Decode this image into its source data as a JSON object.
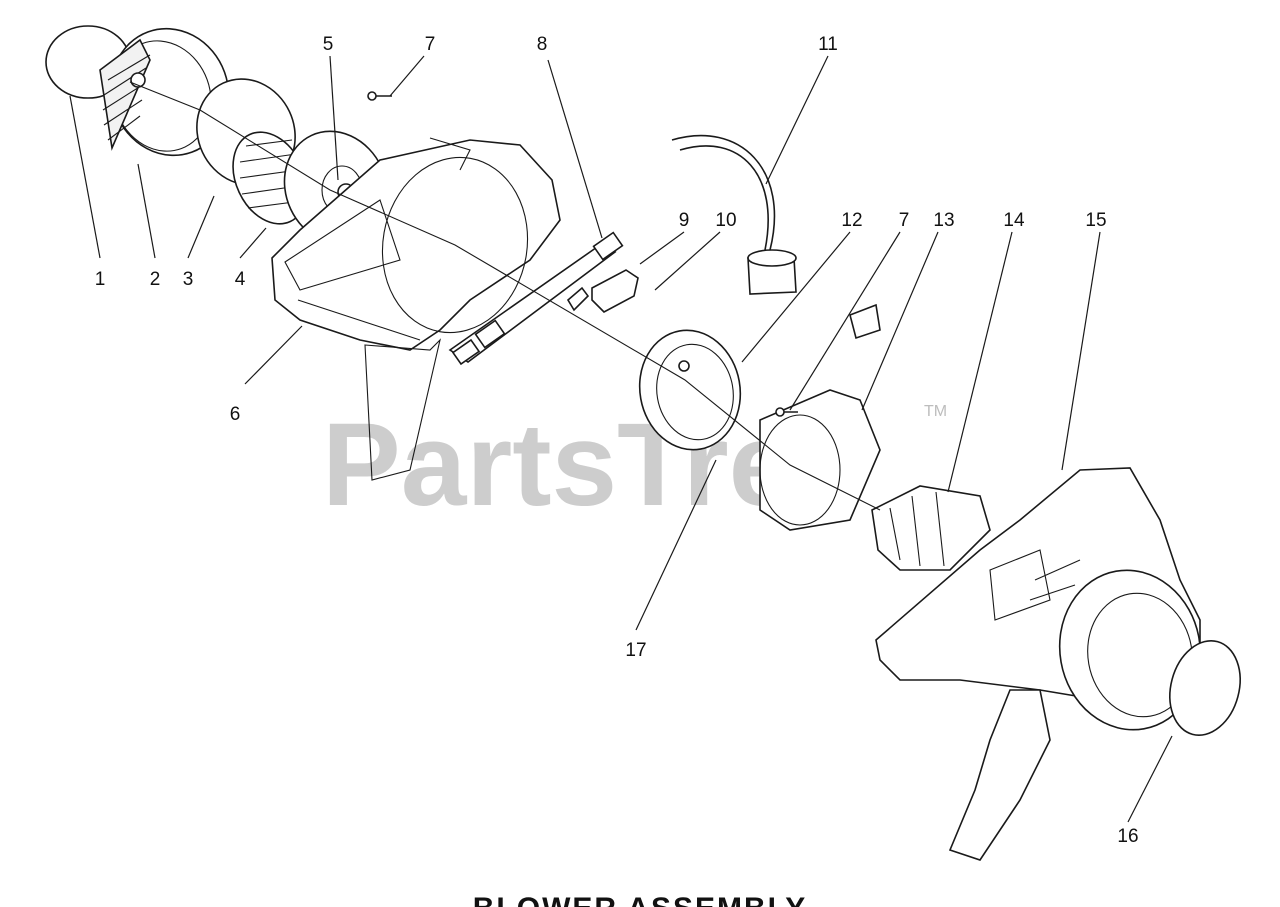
{
  "watermark": {
    "brand": "PartsTree",
    "trademark": "TM"
  },
  "callouts": [
    {
      "id": "c1",
      "label": "1"
    },
    {
      "id": "c2",
      "label": "2"
    },
    {
      "id": "c3",
      "label": "3"
    },
    {
      "id": "c4",
      "label": "4"
    },
    {
      "id": "c5",
      "label": "5"
    },
    {
      "id": "c6",
      "label": "6"
    },
    {
      "id": "c7a",
      "label": "7"
    },
    {
      "id": "c8",
      "label": "8"
    },
    {
      "id": "c9",
      "label": "9"
    },
    {
      "id": "c10",
      "label": "10"
    },
    {
      "id": "c11",
      "label": "11"
    },
    {
      "id": "c12",
      "label": "12"
    },
    {
      "id": "c7b",
      "label": "7"
    },
    {
      "id": "c13",
      "label": "13"
    },
    {
      "id": "c14",
      "label": "14"
    },
    {
      "id": "c15",
      "label": "15"
    },
    {
      "id": "c16",
      "label": "16"
    },
    {
      "id": "c17",
      "label": "17"
    }
  ],
  "footer": {
    "title": "BLOWER ASSEMBLY"
  }
}
